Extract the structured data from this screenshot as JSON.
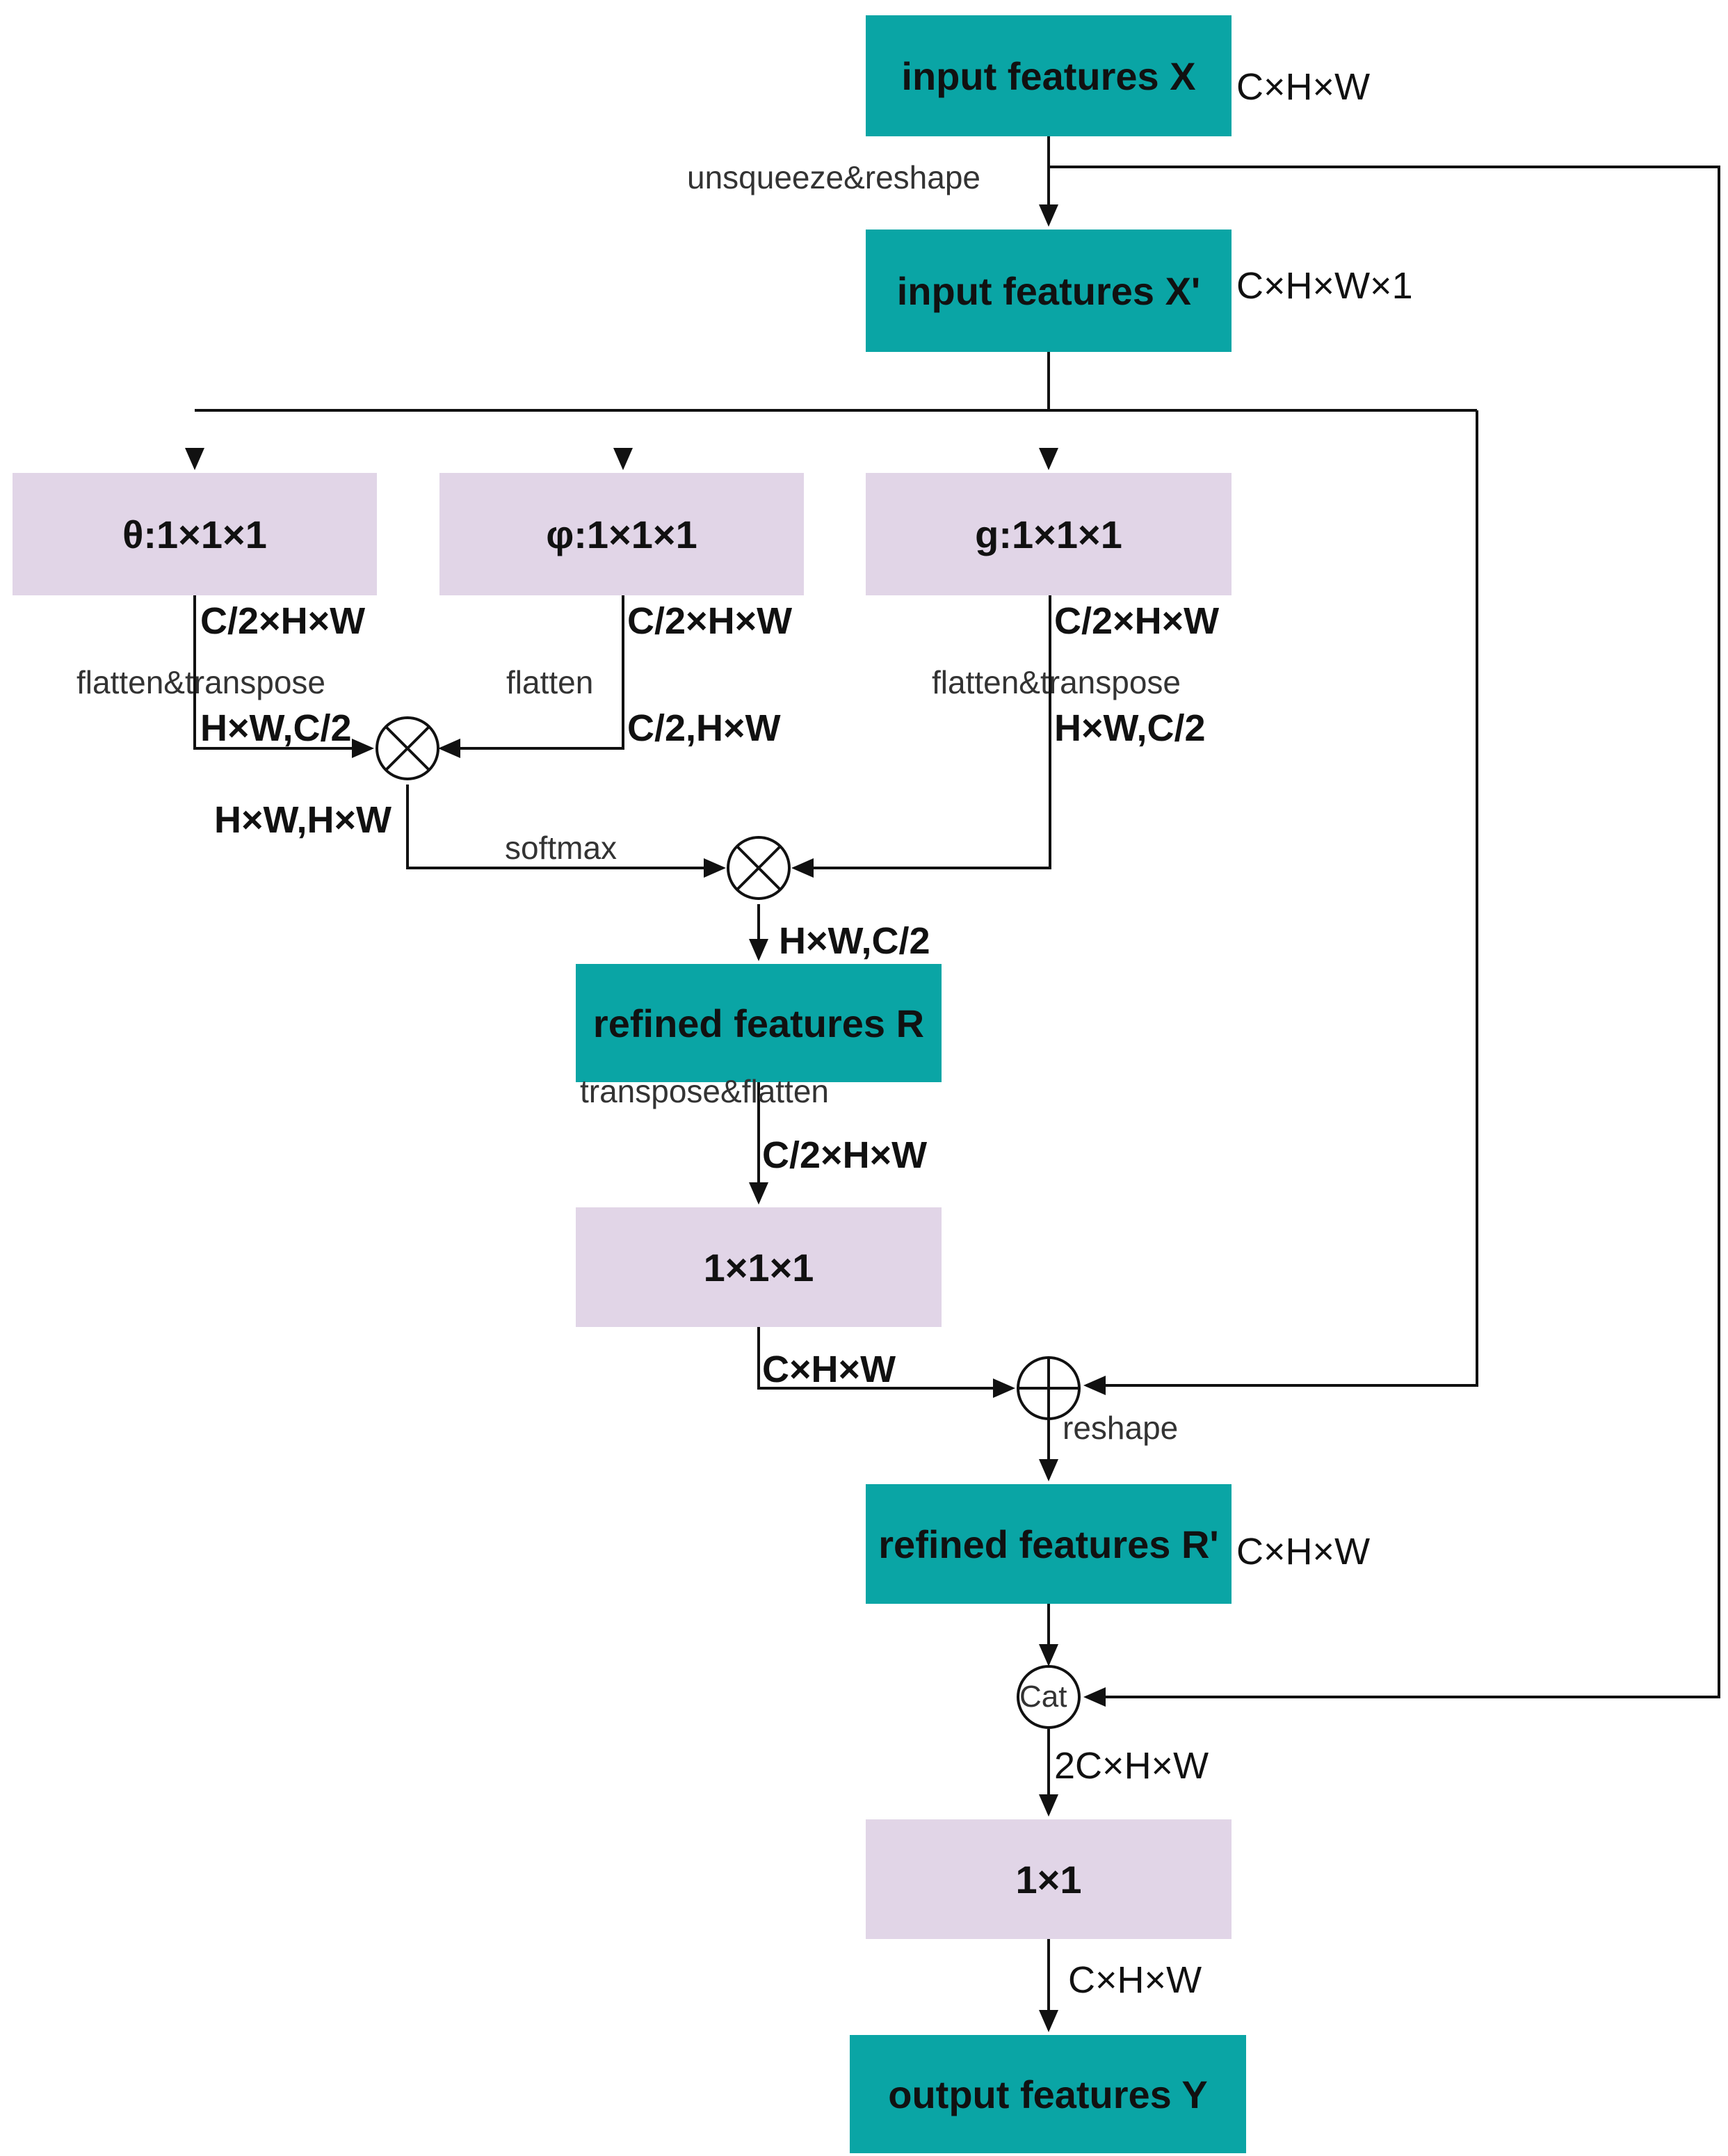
{
  "nodes": {
    "input_x": "input features X",
    "input_x_prime": "input features X'",
    "theta": "θ:1×1×1",
    "phi": "φ:1×1×1",
    "g": "g:1×1×1",
    "refined_r": "refined features R",
    "conv_111": "1×1×1",
    "refined_r_prime": "refined features R'",
    "conv_11": "1×1",
    "output_y": "output features Y"
  },
  "operators": {
    "cat": "Cat"
  },
  "labels": {
    "x_shape": "C×H×W",
    "x_prime_shape": "C×H×W×1",
    "unsqueeze": "unsqueeze&reshape",
    "theta_out": "C/2×H×W",
    "phi_out": "C/2×H×W",
    "g_out": "C/2×H×W",
    "theta_op": "flatten&transpose",
    "phi_op": "flatten",
    "g_op": "flatten&transpose",
    "theta_flat": "H×W,C/2",
    "phi_flat": "C/2,H×W",
    "g_flat": "H×W,C/2",
    "attn_shape": "H×W,H×W",
    "softmax": "softmax",
    "r_in_shape": "H×W,C/2",
    "transpose_flatten": "transpose&flatten",
    "r_out_shape": "C/2×H×W",
    "conv_out_shape": "C×H×W",
    "reshape": "reshape",
    "r_prime_shape": "C×H×W",
    "cat_out_shape": "2C×H×W",
    "y_shape": "C×H×W"
  },
  "colors": {
    "teal": "#0aa5a5",
    "lilac": "#e1d5e7",
    "line": "#111111"
  }
}
